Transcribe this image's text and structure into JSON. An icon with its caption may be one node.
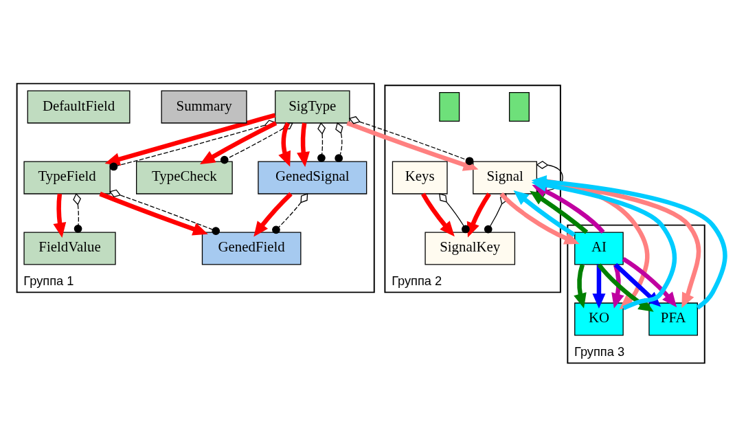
{
  "diagram": {
    "nodes": [
      {
        "text": [
          "Группа 1"
        ]
      },
      {
        "text": [
          "SigType"
        ],
        "in": 0
      },
      {
        "text": [
          "TypeField"
        ],
        "in": 0
      },
      {
        "text": [
          "TypeCheck"
        ],
        "in": 0
      },
      {
        "text": [
          "GenedSignal"
        ],
        "in": 0
      },
      {
        "text": [
          "FieldValue"
        ],
        "in": 0
      },
      {
        "text": [
          "GenedField"
        ],
        "in": 0
      },
      {
        "text": [
          "Summary"
        ],
        "in": 0
      },
      {
        "text": [
          "DefaultField"
        ],
        "in": 0
      },
      {
        "text": [
          "Группа 2"
        ]
      },
      {
        "text": [],
        "shape": "box",
        "in": 9
      },
      {
        "text": [
          "Signal"
        ],
        "in": 9
      },
      {
        "text": [
          "SignalKey"
        ],
        "in": 9
      },
      {
        "text": [
          "Keys"
        ],
        "in": 9
      },
      {
        "text": [],
        "shape": "box",
        "in": 9
      },
      {
        "text": [
          "Группа 3"
        ]
      },
      {
        "text": [
          "AI"
        ],
        "in": 15
      },
      {
        "text": [
          "KO"
        ],
        "in": 15
      },
      {
        "text": [
          "PFA"
        ],
        "in": 15
      }
    ],
    "edges": [
      {
        "from": 1,
        "to": 11,
        "arrow": "to",
        "color": "#ff8080"
      },
      {
        "from": 1,
        "to": 2,
        "arrow": "to",
        "color": "#ff0000"
      },
      {
        "from": 1,
        "to": 3,
        "arrow": "to",
        "color": "#ff0000"
      },
      {
        "from": 1,
        "to": 4,
        "arrow": "to",
        "color": "#ff0000"
      },
      {
        "from": 1,
        "to": 4,
        "arrow": "to",
        "color": "#ff0000"
      },
      {
        "from": 2,
        "to": 5,
        "arrow": "to",
        "color": "#ff0000"
      },
      {
        "from": 2,
        "to": 6,
        "arrow": "to",
        "color": "#ff0000"
      },
      {
        "from": 4,
        "to": 6,
        "arrow": "to",
        "color": "#ff0000"
      },
      {
        "from": 11,
        "to": 12,
        "arrow": "to",
        "color": "#ff0000"
      },
      {
        "from": 13,
        "to": 12,
        "arrow": "to",
        "color": "#ff0000"
      },
      {
        "from": 11,
        "to": 16,
        "arrow": "to",
        "color": "#ff8080"
      },
      {
        "from": 11,
        "to": 17,
        "arrow": "to",
        "color": "#ff8080"
      },
      {
        "from": 11,
        "to": 18,
        "arrow": "to",
        "color": "#ff8080"
      },
      {
        "from": 16,
        "to": 11,
        "arrow": "to",
        "color": "#00ccff"
      },
      {
        "from": 17,
        "to": 11,
        "arrow": "to",
        "color": "#00ccff"
      },
      {
        "from": 18,
        "to": 11,
        "arrow": "to",
        "color": "#00ccff"
      },
      {
        "from": 16,
        "to": 11,
        "arrow": "to",
        "color": "#008000"
      },
      {
        "from": 16,
        "to": 17,
        "arrow": "to",
        "color": "#008000"
      },
      {
        "from": 16,
        "to": 18,
        "arrow": "to",
        "color": "#008000"
      },
      {
        "from": 16,
        "to": 17,
        "arrow": "to",
        "color": "#0000ff"
      },
      {
        "from": 16,
        "to": 18,
        "arrow": "to",
        "color": "#0000ff"
      },
      {
        "from": 16,
        "to": 11,
        "arrow": "to",
        "color": "#c000a0"
      },
      {
        "from": 16,
        "to": 17,
        "arrow": "to",
        "color": "#c000a0"
      },
      {
        "from": 16,
        "to": 18,
        "arrow": "to",
        "color": "#c000a0"
      },
      {
        "from": 1,
        "to": 11,
        "arrow": "other",
        "style": "dashed"
      },
      {
        "from": 1,
        "to": 2,
        "arrow": "other",
        "style": "dashed"
      },
      {
        "from": 1,
        "to": 3,
        "arrow": "other",
        "style": "dashed"
      },
      {
        "from": 1,
        "to": 4,
        "arrow": "other",
        "style": "dashed"
      },
      {
        "from": 1,
        "to": 4,
        "arrow": "other",
        "style": "dashed"
      },
      {
        "from": 2,
        "to": 5,
        "arrow": "other",
        "style": "dashed"
      },
      {
        "from": 2,
        "to": 6,
        "arrow": "other",
        "style": "dashed"
      },
      {
        "from": 4,
        "to": 6,
        "arrow": "other",
        "style": "dashed"
      },
      {
        "from": 11,
        "to": 12,
        "arrow": "other"
      },
      {
        "from": 11,
        "to": 11,
        "arrow": "other"
      },
      {
        "from": 13,
        "to": 12,
        "arrow": "other"
      }
    ]
  }
}
